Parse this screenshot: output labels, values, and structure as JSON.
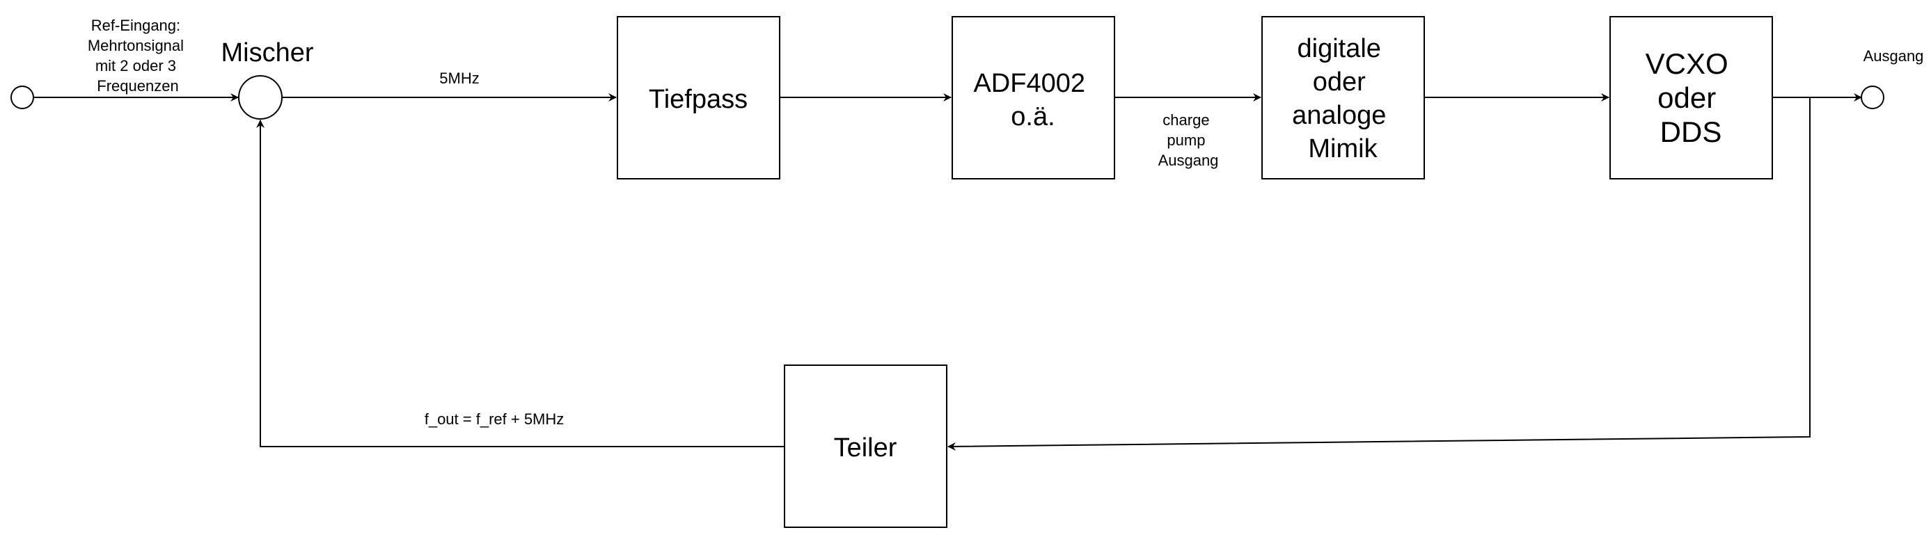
{
  "diagram": {
    "blocks": {
      "tiefpass": "Tiefpass",
      "adf": [
        "ADF4002",
        "o.ä."
      ],
      "mimik": [
        "digitale",
        "oder",
        "analoge",
        "Mimik"
      ],
      "vcxo": [
        "VCXO",
        "oder",
        "DDS"
      ],
      "teiler": "Teiler"
    },
    "labels": {
      "ref_input": [
        "Ref-Eingang:",
        "Mehrtonsignal",
        "mit 2 oder 3",
        "Frequenzen"
      ],
      "mixer": "Mischer",
      "freq_5mhz": "5MHz",
      "charge_pump": [
        "charge",
        "pump",
        "Ausgang"
      ],
      "output": "Ausgang",
      "formula": "f_out = f_ref + 5MHz"
    }
  }
}
